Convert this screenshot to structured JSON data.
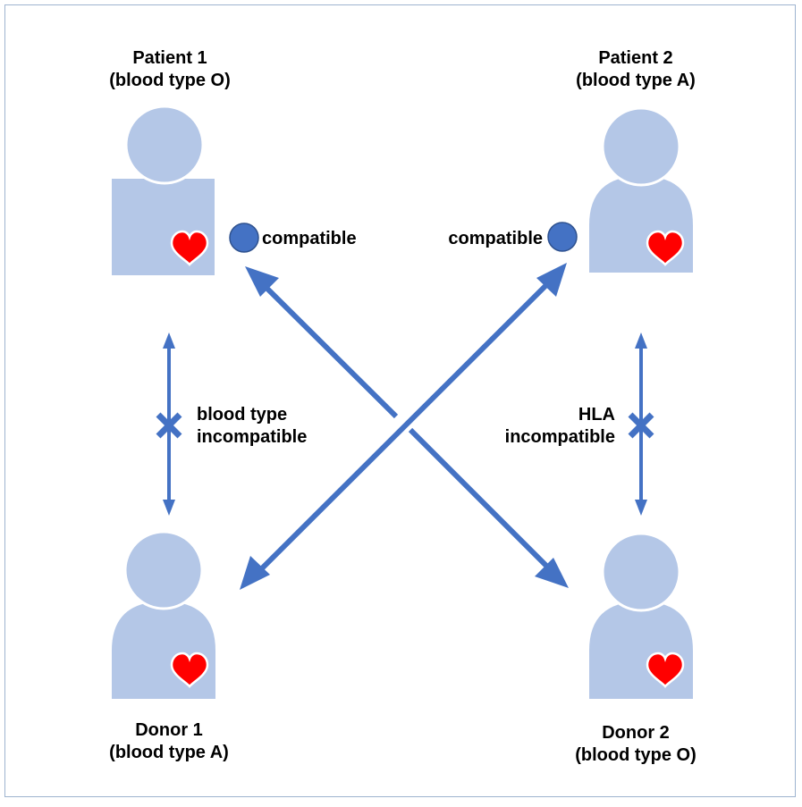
{
  "patients": [
    {
      "name": "Patient 1",
      "blood_type": "(blood type O)"
    },
    {
      "name": "Patient 2",
      "blood_type": "(blood type A)"
    }
  ],
  "donors": [
    {
      "name": "Donor 1",
      "blood_type": "(blood type A)"
    },
    {
      "name": "Donor 2",
      "blood_type": "(blood type O)"
    }
  ],
  "compatibility": {
    "left_compatible": "compatible",
    "right_compatible": "compatible",
    "left_incompatible": [
      "blood type",
      "incompatible"
    ],
    "right_incompatible": [
      "HLA",
      "incompatible"
    ]
  },
  "colors": {
    "person_fill": "#b4c7e7",
    "arrow": "#4472c4",
    "heart": "#ff0000",
    "border": "#9eb4cf"
  },
  "icons": {
    "person": "person-icon",
    "heart": "heart-icon",
    "compatible_marker": "circle-icon",
    "incompatible_marker": "cross-icon"
  }
}
